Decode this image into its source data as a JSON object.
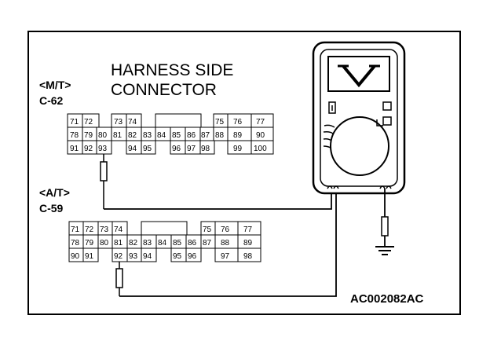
{
  "title_line1": "HARNESS SIDE",
  "title_line2": "CONNECTOR",
  "mt_label": "<M/T>",
  "mt_connector": "C-62",
  "at_label": "<A/T>",
  "at_connector": "C-59",
  "figure_id": "AC002082AC",
  "connector_mt": {
    "rows": [
      [
        "71",
        "72",
        "",
        "73",
        "74",
        "",
        "",
        "",
        "",
        "75",
        "76",
        "77"
      ],
      [
        "78",
        "79",
        "80",
        "81",
        "82",
        "83",
        "84",
        "85",
        "86",
        "87",
        "88",
        "89",
        "90"
      ],
      [
        "91",
        "92",
        "93",
        "",
        "94",
        "95",
        "",
        "96",
        "97",
        "98",
        "",
        "99",
        "100"
      ]
    ]
  },
  "connector_at": {
    "rows": [
      [
        "71",
        "72",
        "73",
        "74",
        "",
        "",
        "",
        "",
        "75",
        "76",
        "77"
      ],
      [
        "78",
        "79",
        "80",
        "81",
        "82",
        "83",
        "84",
        "85",
        "86",
        "87",
        "88",
        "89"
      ],
      [
        "90",
        "91",
        "",
        "92",
        "93",
        "94",
        "",
        "95",
        "96",
        "",
        "97",
        "98"
      ]
    ]
  }
}
